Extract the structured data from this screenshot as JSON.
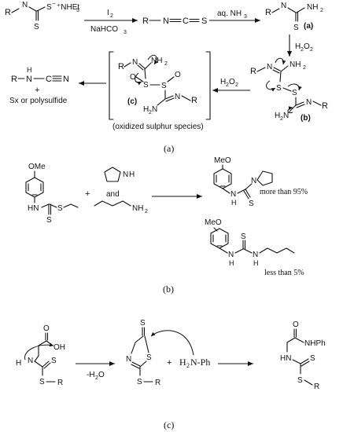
{
  "panel_a": {
    "label": "(a)",
    "start": {
      "R": "R",
      "N": "N",
      "H": "H",
      "S": "S",
      "charge": "−",
      "cation": "⁺NHEt",
      "cation_sub": "3"
    },
    "step1": {
      "above": "I",
      "above_sub": "2",
      "below": "NaHCO",
      "below_sub": "3"
    },
    "isothiocyanate": {
      "R": "R",
      "N": "N",
      "C": "C",
      "S": "S"
    },
    "step2": {
      "above": "aq. NH",
      "above_sub": "3"
    },
    "thiourea": {
      "R": "R",
      "N": "N",
      "H": "H",
      "S": "S",
      "NH2": "NH",
      "NH2_sub": "2",
      "tag": "(a)"
    },
    "step3": {
      "label": "H",
      "label_sub": "2",
      "label_rest": "O",
      "label_sub2": "2"
    },
    "intermediate_b": {
      "R": "R",
      "N": "N",
      "NH2": "NH",
      "NH2_sub": "2",
      "S1": "S",
      "S2": "S",
      "H2N": "H",
      "H2N_sub": "2",
      "H2N_rest": "N",
      "N2": "N",
      "R2": "R",
      "tag": "(b)"
    },
    "step4": {
      "label": "H",
      "label_sub": "2",
      "label_rest": "O",
      "label_sub2": "2"
    },
    "intermediate_c": {
      "R": "R",
      "N": "N",
      "NH2": "NH",
      "NH2_sub": "2",
      "S1": "S",
      "S2": "S",
      "O1": "O",
      "O2": "O",
      "H2N": "H",
      "H2N_sub": "2",
      "H2N_rest": "N",
      "N2": "N",
      "R2": "R",
      "tag": "(c)",
      "caption": "(oxidized sulphur species)"
    },
    "product": {
      "R": "R",
      "N": "N",
      "H": "H",
      "C": "C",
      "N2": "N",
      "plus": "+",
      "byproduct": "Sx or polysulfide"
    }
  },
  "panel_b": {
    "label": "(b)",
    "reactant": {
      "substituent": "OMe",
      "N": "HN",
      "S1": "S",
      "S2": "S"
    },
    "plus": "+",
    "and": "and",
    "pyrrolidine_N": "N",
    "pyrrolidine_H": "H",
    "butylamine": "NH",
    "butylamine_sub": "2",
    "product1": {
      "substituent": "MeO",
      "N": "N",
      "H": "H",
      "S": "S",
      "Nring": "N",
      "yield": "more than 95%"
    },
    "product2": {
      "substituent": "MeO",
      "N": "N",
      "H": "H",
      "S": "S",
      "N2": "N",
      "H2": "H",
      "yield": "less than 5%"
    }
  },
  "panel_c": {
    "label": "(c)",
    "reactant": {
      "acid": "OH",
      "O": "O",
      "H": "H",
      "N": "N",
      "S": "S",
      "SR": "S",
      "R": "R"
    },
    "arrow_below": "-H",
    "arrow_below_sub": "2",
    "arrow_below_rest": "O",
    "cyclic": {
      "S_exo": "S",
      "N": "N",
      "S_ring": "S",
      "SR": "S",
      "R": "R"
    },
    "plus": "+",
    "amine": "H",
    "amine_sub": "2",
    "amine_rest": "N-Ph",
    "product": {
      "O": "O",
      "NHPh": "NHPh",
      "HN": "HN",
      "S": "S",
      "SR": "S",
      "R": "R"
    }
  }
}
